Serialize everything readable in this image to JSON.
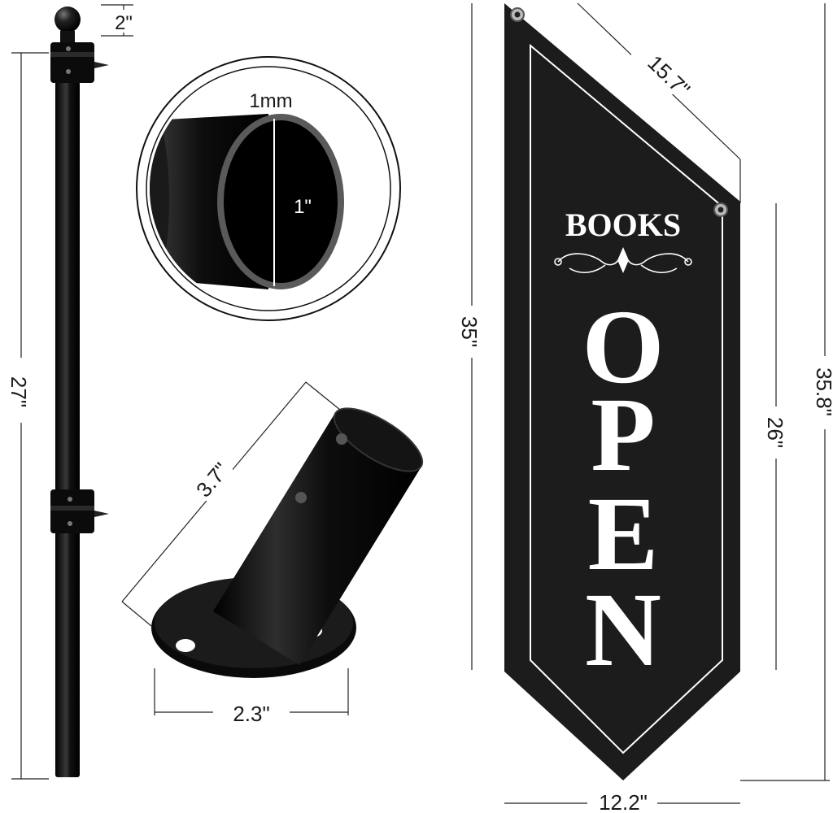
{
  "pole": {
    "total_length_label": "27\"",
    "finial_label": "2\""
  },
  "tube_section": {
    "wall_label": "1mm",
    "diameter_label": "1\""
  },
  "bracket": {
    "tube_length_label": "3.7\"",
    "base_width_label": "2.3\""
  },
  "banner": {
    "title": "BOOKS",
    "letters": [
      "O",
      "P",
      "E",
      "N"
    ],
    "top_edge_label": "15.7\"",
    "height_left_label": "35\"",
    "height_right_label": "35.8\"",
    "side_label": "26\"",
    "width_label": "12.2\"",
    "background_color": "#1c1c1c",
    "text_color": "#ffffff"
  }
}
